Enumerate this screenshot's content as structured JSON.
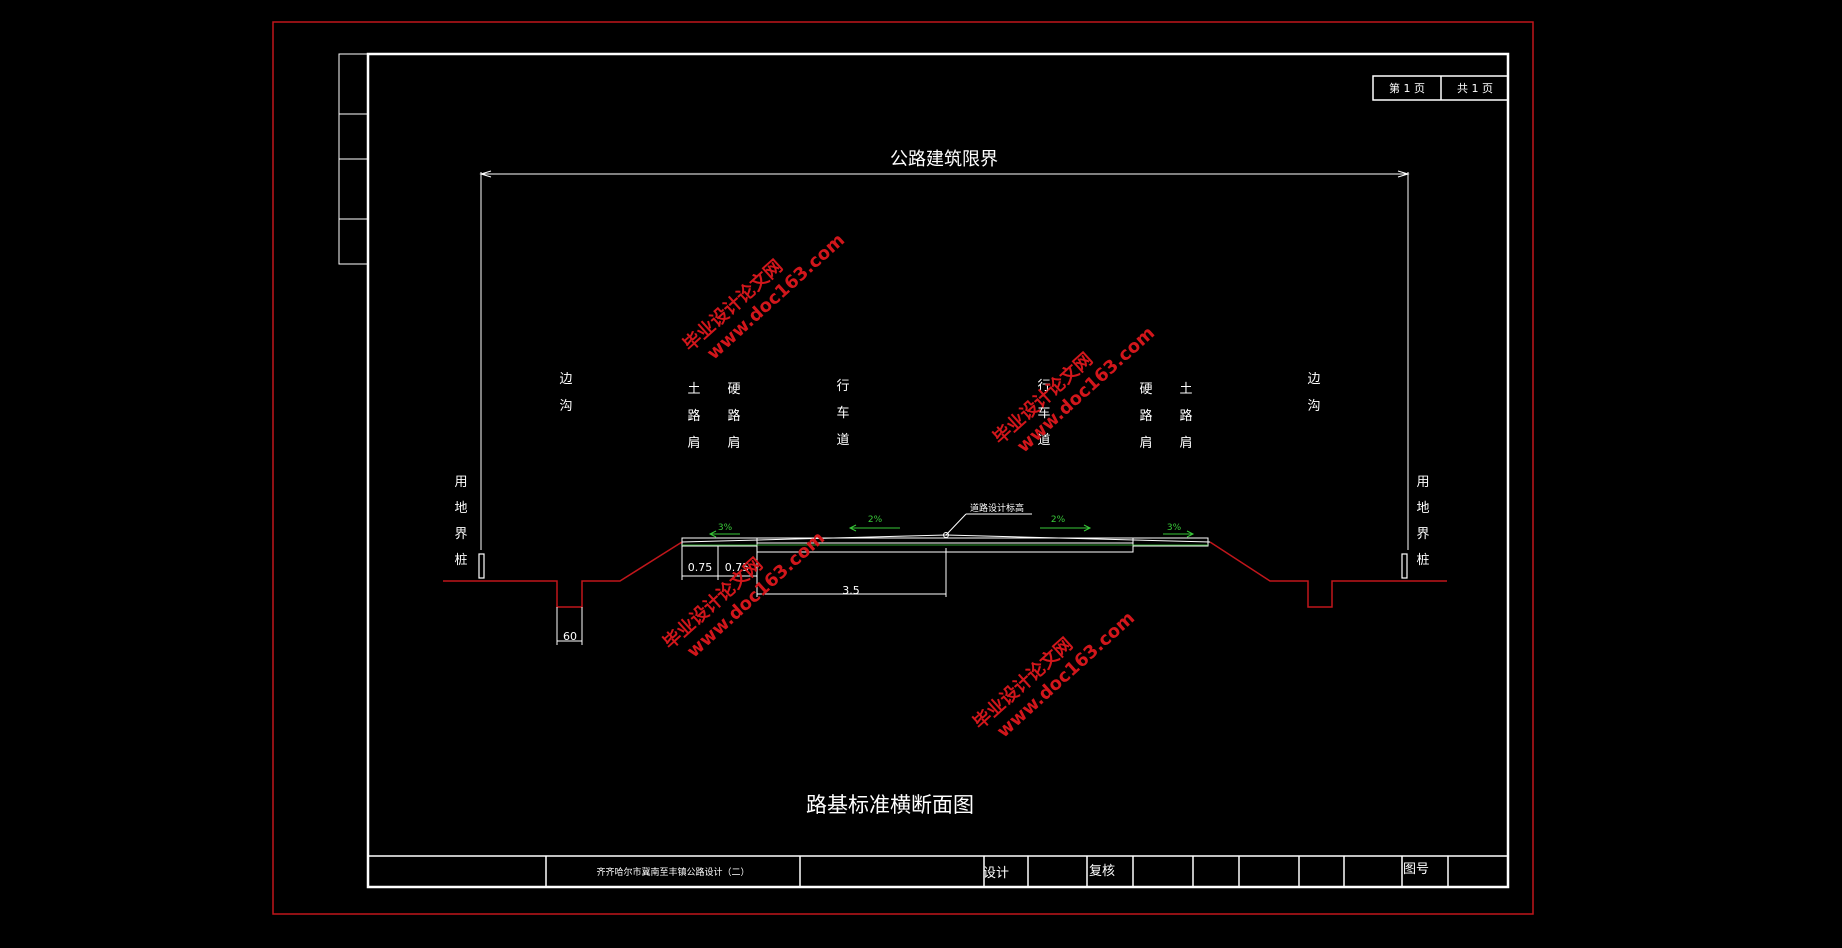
{
  "sheet": {
    "page_no": "第 1 页",
    "page_total": "共 1 页",
    "clearance_label": "公路建筑限界",
    "drawing_title": "路基标准横断面图"
  },
  "zones": {
    "ditch_left": [
      "边",
      "沟"
    ],
    "soil_shoulder_left": [
      "土",
      "路",
      "肩"
    ],
    "hard_shoulder_left": [
      "硬",
      "路",
      "肩"
    ],
    "lane_left": [
      "行",
      "车",
      "道"
    ],
    "lane_right": [
      "行",
      "车",
      "道"
    ],
    "hard_shoulder_right": [
      "硬",
      "路",
      "肩"
    ],
    "soil_shoulder_right": [
      "土",
      "路",
      "肩"
    ],
    "ditch_right": [
      "边",
      "沟"
    ],
    "boundary_left": [
      "用",
      "地",
      "界",
      "桩"
    ],
    "boundary_right": [
      "用",
      "地",
      "界",
      "桩"
    ]
  },
  "slopes": {
    "shoulder_left": "3%",
    "lane_left": "2%",
    "lane_right": "2%",
    "shoulder_right": "3%"
  },
  "dimensions": {
    "soil_shoulder": "0.75",
    "hard_shoulder": "0.75",
    "lane_width": "3.5",
    "ditch_width": "60"
  },
  "annotations": {
    "design_elevation": "道路设计标高"
  },
  "watermark": {
    "cn": "毕业设计论文网",
    "url": "www.doc163.com"
  },
  "title_block": {
    "project": "齐齐哈尔市冀南至丰镇公路设计（二）",
    "design_label": "设计",
    "review_label": "复核",
    "drawing_no_label": "图号"
  },
  "colors": {
    "background": "#000000",
    "line": "#ffffff",
    "outer_frame": "#c0161b",
    "ground": "#c0161b",
    "slope_arrow": "#38c838",
    "watermark": "#d2161b"
  }
}
